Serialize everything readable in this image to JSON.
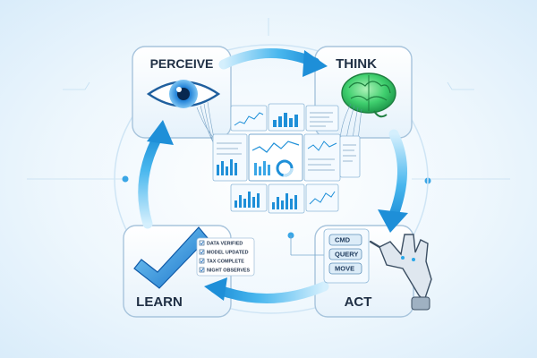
{
  "stages": {
    "perceive": "PERCEIVE",
    "think": "THINK",
    "act": "ACT",
    "learn": "LEARN"
  },
  "checklist": [
    "DATA VERIFIED",
    "MODEL UPDATED",
    "TAX COMPLETE",
    "NIGHT OBSERVES"
  ],
  "commands": [
    "CMD",
    "QUERY",
    "MOVE"
  ],
  "icons": {
    "perceive": "eye-icon",
    "think": "brain-icon",
    "act": "robot-hand-icon",
    "learn": "checkmark-icon"
  },
  "colors": {
    "arrow": "#2aa7e8",
    "arrow_light": "#a9def8",
    "brain": "#3fcf6e",
    "eye": "#1a7bd0",
    "check": "#1f7fd4"
  }
}
